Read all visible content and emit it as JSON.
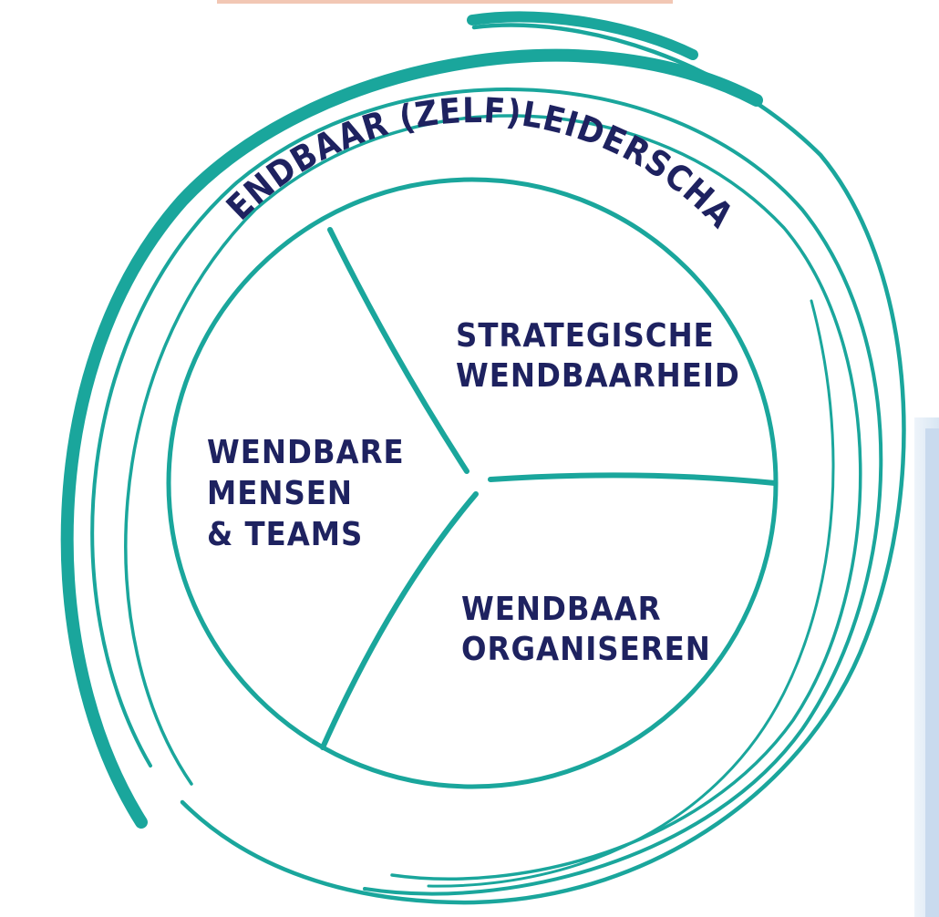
{
  "colors": {
    "teal": "#1aa69c",
    "navy": "#1e2260",
    "light_blue": "#d8e6f3",
    "peach": "#f2c7b4"
  },
  "outer_ring": {
    "label": "WENDBAAR (ZELF)LEIDERSCHAP"
  },
  "segments": {
    "strategic": {
      "line1": "STRATEGISCHE",
      "line2": "WENDBAARHEID"
    },
    "people": {
      "line1": "WENDBARE",
      "line2": "MENSEN",
      "line3": "& TEAMS"
    },
    "organising": {
      "line1": "WENDBAAR",
      "line2": "ORGANISEREN"
    }
  }
}
